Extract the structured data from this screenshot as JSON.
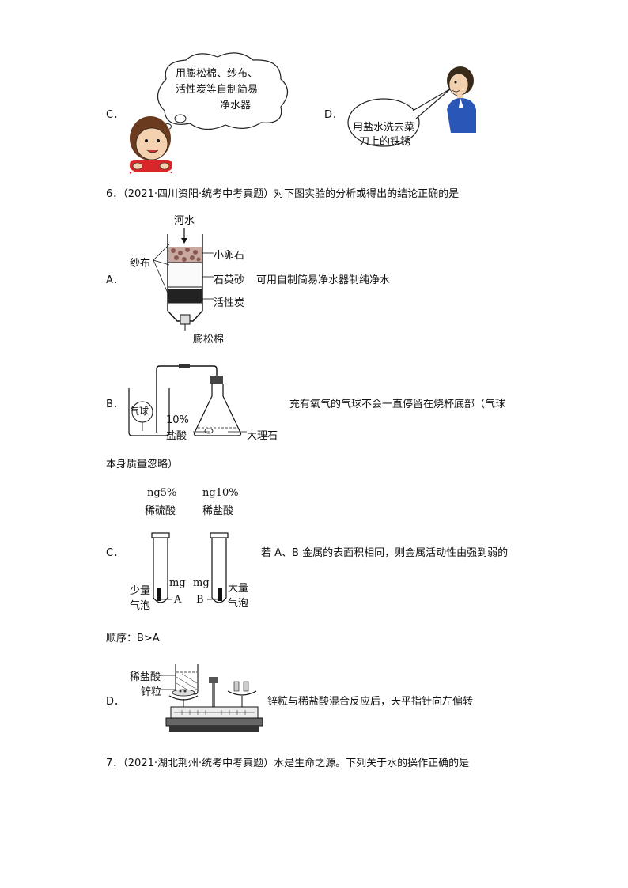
{
  "q5": {
    "optC": {
      "letter": "C．",
      "bubble_lines": [
        "用膨松棉、纱布、",
        "活性炭等自制简易",
        "净水器"
      ]
    },
    "optD": {
      "letter": "D．",
      "bubble_lines": [
        "用盐水洗去菜",
        "刀上的铁锈"
      ]
    }
  },
  "q6": {
    "stem": "6．（2021·四川资阳·统考中考真题）对下图实验的分析或得出的结论正确的是",
    "A": {
      "letter": "A．",
      "labels": {
        "water": "河水",
        "gauze": "纱布",
        "pebble": "小卵石",
        "quartz": "石英砂",
        "carbon": "活性炭",
        "cotton": "膨松棉"
      },
      "text": "可用自制简易净水器制纯净水"
    },
    "B": {
      "letter": "B．",
      "labels": {
        "balloon": "气球",
        "conc": "10%",
        "acid": "盐酸",
        "marble": "大理石"
      },
      "text": "充有氧气的气球不会一直停留在烧杯底部（气球",
      "text2": "本身质量忽略）"
    },
    "C": {
      "letter": "C．",
      "labels": {
        "left_top1": "ng5%",
        "left_top2": "稀硫酸",
        "right_top1": "ng10%",
        "right_top2": "稀盐酸",
        "left_bub1": "少量",
        "left_bub2": "气泡",
        "right_bub1": "大量",
        "right_bub2": "气泡",
        "mg": "mg",
        "A": "A",
        "B": "B"
      },
      "text": "若 A、B 金属的表面积相同，则金属活动性由强到弱的",
      "text2": "顺序：B>A"
    },
    "D": {
      "letter": "D．",
      "labels": {
        "acid": "稀盐酸",
        "zinc": "锌粒"
      },
      "text": "锌粒与稀盐酸混合反应后，天平指针向左偏转"
    }
  },
  "q7": {
    "stem": "7．（2021·湖北荆州·统考中考真题）水是生命之源。下列关于水的操作正确的是"
  }
}
